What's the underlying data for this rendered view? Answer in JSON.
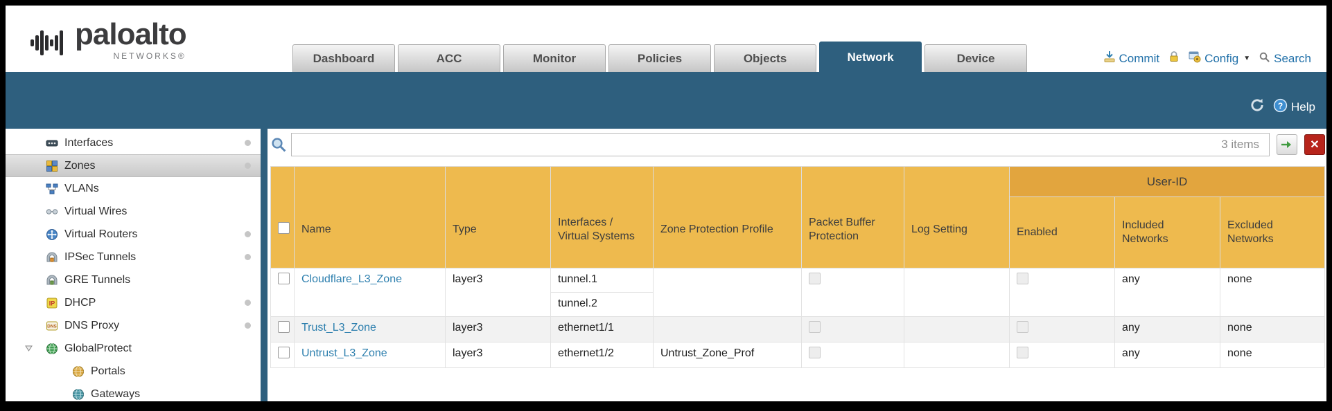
{
  "colors": {
    "accent_teal": "#2e5f7e",
    "header_amber": "#eeba4e",
    "group_amber": "#e2a53e",
    "link_blue": "#2d7fae",
    "utility_blue": "#1f6fa8",
    "clear_button_red": "#b7241b"
  },
  "brand": {
    "name": "paloalto",
    "sub": "NETWORKS®"
  },
  "tabs": {
    "active": "Network",
    "items": [
      {
        "label": "Dashboard"
      },
      {
        "label": "ACC"
      },
      {
        "label": "Monitor"
      },
      {
        "label": "Policies"
      },
      {
        "label": "Objects"
      },
      {
        "label": "Network"
      },
      {
        "label": "Device"
      }
    ]
  },
  "utilities": {
    "commit_label": "Commit",
    "config_label": "Config",
    "search_label": "Search"
  },
  "band": {
    "help_label": "Help"
  },
  "filter": {
    "value": "",
    "placeholder": "",
    "count": "3 items"
  },
  "icons": {
    "logo-mark": "soundwave bars",
    "commit-icon": "down-arrow into tray",
    "lock-icon": "padlock",
    "config-icon": "window with gear",
    "caret-down-icon": "▼",
    "search-icon": "magnifier",
    "refresh-icon": "circular arrow",
    "help-icon": "blue circle question mark",
    "filter-search-icon": "magnifier",
    "apply-filter-icon": "green right arrow",
    "clear-filter-icon": "red X"
  },
  "sidebar": {
    "items": [
      {
        "label": "Interfaces",
        "icon": "interfaces-icon",
        "dot": true,
        "selected": false
      },
      {
        "label": "Zones",
        "icon": "zones-icon",
        "dot": true,
        "selected": true
      },
      {
        "label": "VLANs",
        "icon": "vlans-icon",
        "dot": false,
        "selected": false
      },
      {
        "label": "Virtual Wires",
        "icon": "virtual-wires-icon",
        "dot": false,
        "selected": false
      },
      {
        "label": "Virtual Routers",
        "icon": "virtual-routers-icon",
        "dot": true,
        "selected": false
      },
      {
        "label": "IPSec Tunnels",
        "icon": "ipsec-tunnels-icon",
        "dot": true,
        "selected": false
      },
      {
        "label": "GRE Tunnels",
        "icon": "gre-tunnels-icon",
        "dot": false,
        "selected": false
      },
      {
        "label": "DHCP",
        "icon": "dhcp-icon",
        "dot": true,
        "selected": false
      },
      {
        "label": "DNS Proxy",
        "icon": "dns-proxy-icon",
        "dot": true,
        "selected": false
      },
      {
        "label": "GlobalProtect",
        "icon": "globalprotect-icon",
        "dot": false,
        "selected": false,
        "expanded": true
      },
      {
        "label": "Portals",
        "icon": "portals-icon",
        "dot": false,
        "selected": false,
        "child": true
      },
      {
        "label": "Gateways",
        "icon": "gateways-icon",
        "dot": false,
        "selected": false,
        "child": true
      }
    ]
  },
  "table": {
    "group_header": "User-ID",
    "columns": [
      "Name",
      "Type",
      "Interfaces / Virtual Systems",
      "Zone Protection Profile",
      "Packet Buffer Protection",
      "Log Setting",
      "Enabled",
      "Included Networks",
      "Excluded Networks"
    ],
    "rows": [
      {
        "name": "Cloudflare_L3_Zone",
        "type": "layer3",
        "interfaces": [
          "tunnel.1",
          "tunnel.2"
        ],
        "zone_protection_profile": "",
        "packet_buffer_protection_checked": false,
        "log_setting": "",
        "user_id_enabled_checked": false,
        "included_networks": "any",
        "excluded_networks": "none"
      },
      {
        "name": "Trust_L3_Zone",
        "type": "layer3",
        "interfaces": [
          "ethernet1/1"
        ],
        "zone_protection_profile": "",
        "packet_buffer_protection_checked": false,
        "log_setting": "",
        "user_id_enabled_checked": false,
        "included_networks": "any",
        "excluded_networks": "none"
      },
      {
        "name": "Untrust_L3_Zone",
        "type": "layer3",
        "interfaces": [
          "ethernet1/2"
        ],
        "zone_protection_profile": "Untrust_Zone_Prof",
        "packet_buffer_protection_checked": false,
        "log_setting": "",
        "user_id_enabled_checked": false,
        "included_networks": "any",
        "excluded_networks": "none"
      }
    ]
  }
}
